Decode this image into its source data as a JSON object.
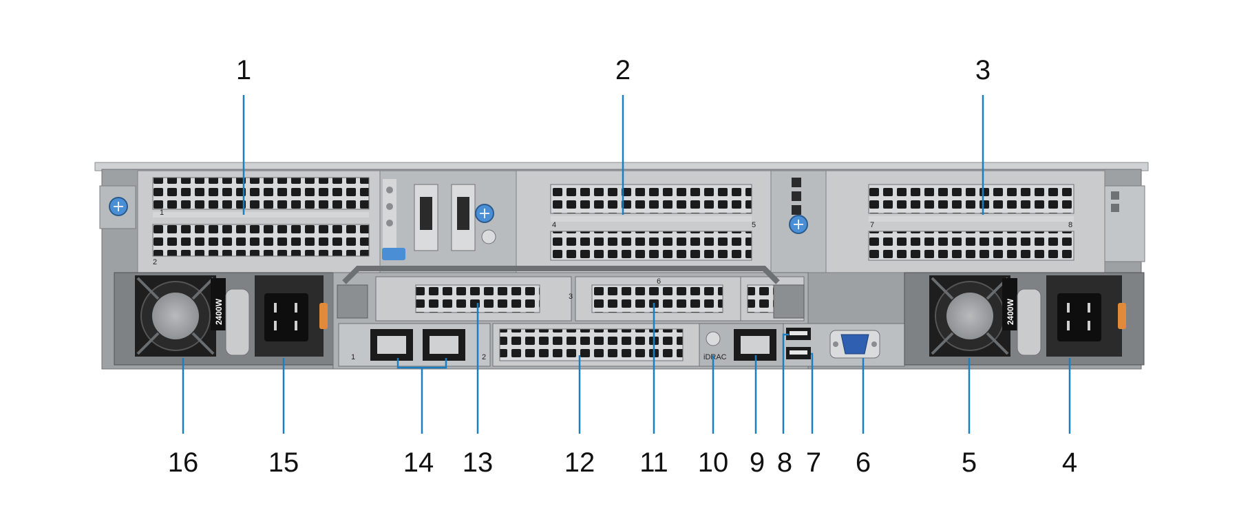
{
  "figure": {
    "callouts_top": [
      "1",
      "2",
      "3"
    ],
    "callouts_bottom": [
      "16",
      "15",
      "14",
      "13",
      "12",
      "11",
      "10",
      "9",
      "8",
      "7",
      "6",
      "5",
      "4"
    ]
  },
  "labels": {
    "psu_left_rating": "2400W",
    "psu_right_rating": "2400W",
    "idrac": "iDRAC",
    "riser_slot_1": "1",
    "riser_slot_2": "2",
    "riser_slot_3": "3",
    "riser_slot_4": "4",
    "riser_slot_5": "5",
    "riser_slot_6": "6",
    "riser_slot_7": "7",
    "riser_slot_8": "8",
    "lom_port_1": "1",
    "lom_port_2": "2"
  },
  "colors": {
    "callout_line": "#1a7fc0",
    "chassis": "#bfc2c5",
    "vga_port": "#2f5fb0",
    "psu_latch": "#e08a3a",
    "touch_point": "#4a8fd6"
  }
}
